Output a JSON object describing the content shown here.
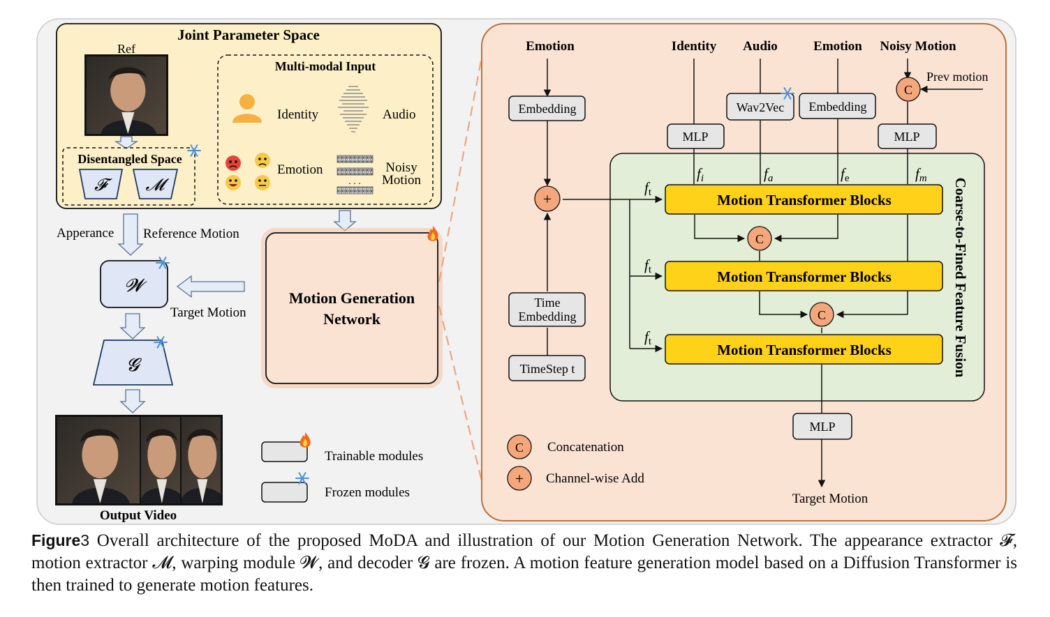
{
  "left_panel": {
    "joint_space_title": "Joint Parameter Space",
    "ref_label": "Ref",
    "disentangled_label": "Disentangled Space",
    "symbol_F": "𝓕",
    "symbol_M": "𝓜",
    "multimodal_title": "Multi-modal Input",
    "identity_label": "Identity",
    "audio_label": "Audio",
    "emotion_label": "Emotion",
    "noisy_label_1": "Noisy",
    "noisy_label_2": "Motion",
    "appearance_label": "Apperance",
    "reference_motion_label": "Reference Motion",
    "target_motion_label": "Target Motion",
    "symbol_W": "𝓦",
    "symbol_G": "𝓖",
    "output_label": "Output Video",
    "mgn_line1": "Motion Generation",
    "mgn_line2": "Network",
    "trainable_label": "Trainable modules",
    "frozen_label": "Frozen modules"
  },
  "right_panel": {
    "emotion_top_left": "Emotion",
    "identity_top": "Identity",
    "audio_top": "Audio",
    "emotion_top_right": "Emotion",
    "noisy_motion_top": "Noisy Motion",
    "prev_motion": "Prev motion",
    "embedding_left": "Embedding",
    "wav2vec": "Wav2Vec",
    "embedding_right": "Embedding",
    "mlp_identity": "MLP",
    "mlp_noisy": "MLP",
    "mlp_output": "MLP",
    "time_embedding_1": "Time",
    "time_embedding_2": "Embedding",
    "timestep": "TimeStep t",
    "block1": "Motion Transformer Blocks",
    "block2": "Motion Transformer Blocks",
    "block3": "Motion Transformer Blocks",
    "fusion_title": "Coarse-to-Fined Feature Fusion",
    "concat_symbol": "C",
    "add_symbol": "+",
    "f_t": "f",
    "f_t_sub": "t",
    "f_i_sub": "i",
    "f_a_sub": "a",
    "f_e_sub": "e",
    "f_m_sub": "m",
    "legend_concat": "Concatenation",
    "legend_add": "Channel-wise Add",
    "target_motion": "Target Motion"
  },
  "caption": {
    "label": "Figure",
    "number": "3",
    "text": "Overall architecture of the proposed MoDA and illustration of our Motion Generation Network. The appearance extractor 𝓕, motion extractor 𝓜, warping module 𝓦, and decoder 𝓖 are frozen. A motion feature generation model based on a Diffusion Transformer is then trained to generate motion features."
  },
  "colors": {
    "outer_bg": "#f2f2f2",
    "joint_space_bg": "#fdf0c8",
    "right_panel_bg": "#fbe3d4",
    "right_panel_border": "#c0703a",
    "fusion_bg": "#e2eed8",
    "block_fill": "#ffd21a",
    "module_fill": "#dfe6f5",
    "circle_fill": "#f4a77a",
    "box_fill": "#e6e6e6"
  }
}
